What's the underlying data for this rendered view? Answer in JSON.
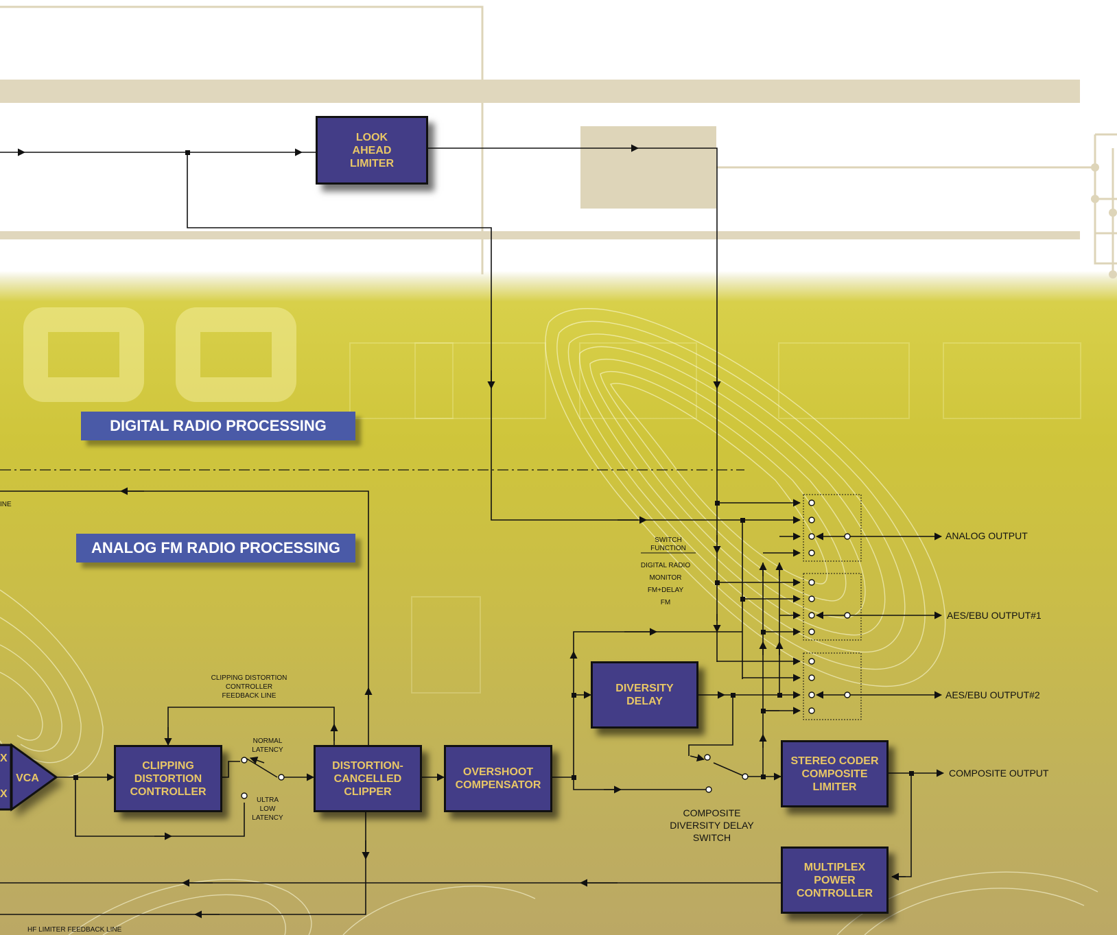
{
  "colors": {
    "block_fill": "#433d87",
    "block_text": "#e9c766",
    "banner_fill": "#4a5aa7",
    "line": "#111111",
    "band": "#e0d7bd"
  },
  "sections": {
    "digital": "DIGITAL RADIO PROCESSING",
    "analog": "ANALOG FM RADIO PROCESSING"
  },
  "blocks": {
    "look_ahead_limiter": "LOOK\nAHEAD\nLIMITER",
    "vca": "VCA",
    "clipping_distortion_controller": "CLIPPING\nDISTORTION\nCONTROLLER",
    "distortion_cancelled_clipper": "DISTORTION-\nCANCELLED\nCLIPPER",
    "overshoot_compensator": "OVERSHOOT\nCOMPENSATOR",
    "diversity_delay": "DIVERSITY\nDELAY",
    "stereo_coder_composite_limiter": "STEREO CODER\nCOMPOSITE\nLIMITER",
    "multiplex_power_controller": "MULTIPLEX\nPOWER\nCONTROLLER"
  },
  "labels": {
    "clipping_feedback": "CLIPPING DISTORTION\nCONTROLLER\nFEEDBACK LINE",
    "normal_latency": "NORMAL\nLATENCY",
    "ultra_low_latency": "ULTRA\nLOW\nLATENCY",
    "composite_switch": "COMPOSITE\nDIVERSITY DELAY\nSWITCH",
    "hf_feedback": "HF LIMITER FEEDBACK LINE",
    "cut_line": "INE",
    "switch_function": "SWITCH\nFUNCTION",
    "switch_options": [
      "DIGITAL RADIO",
      "MONITOR",
      "FM+DELAY",
      "FM"
    ]
  },
  "outputs": {
    "analog": "ANALOG OUTPUT",
    "aes1": "AES/EBU OUTPUT#1",
    "aes2": "AES/EBU OUTPUT#2",
    "composite": "COMPOSITE OUTPUT"
  }
}
